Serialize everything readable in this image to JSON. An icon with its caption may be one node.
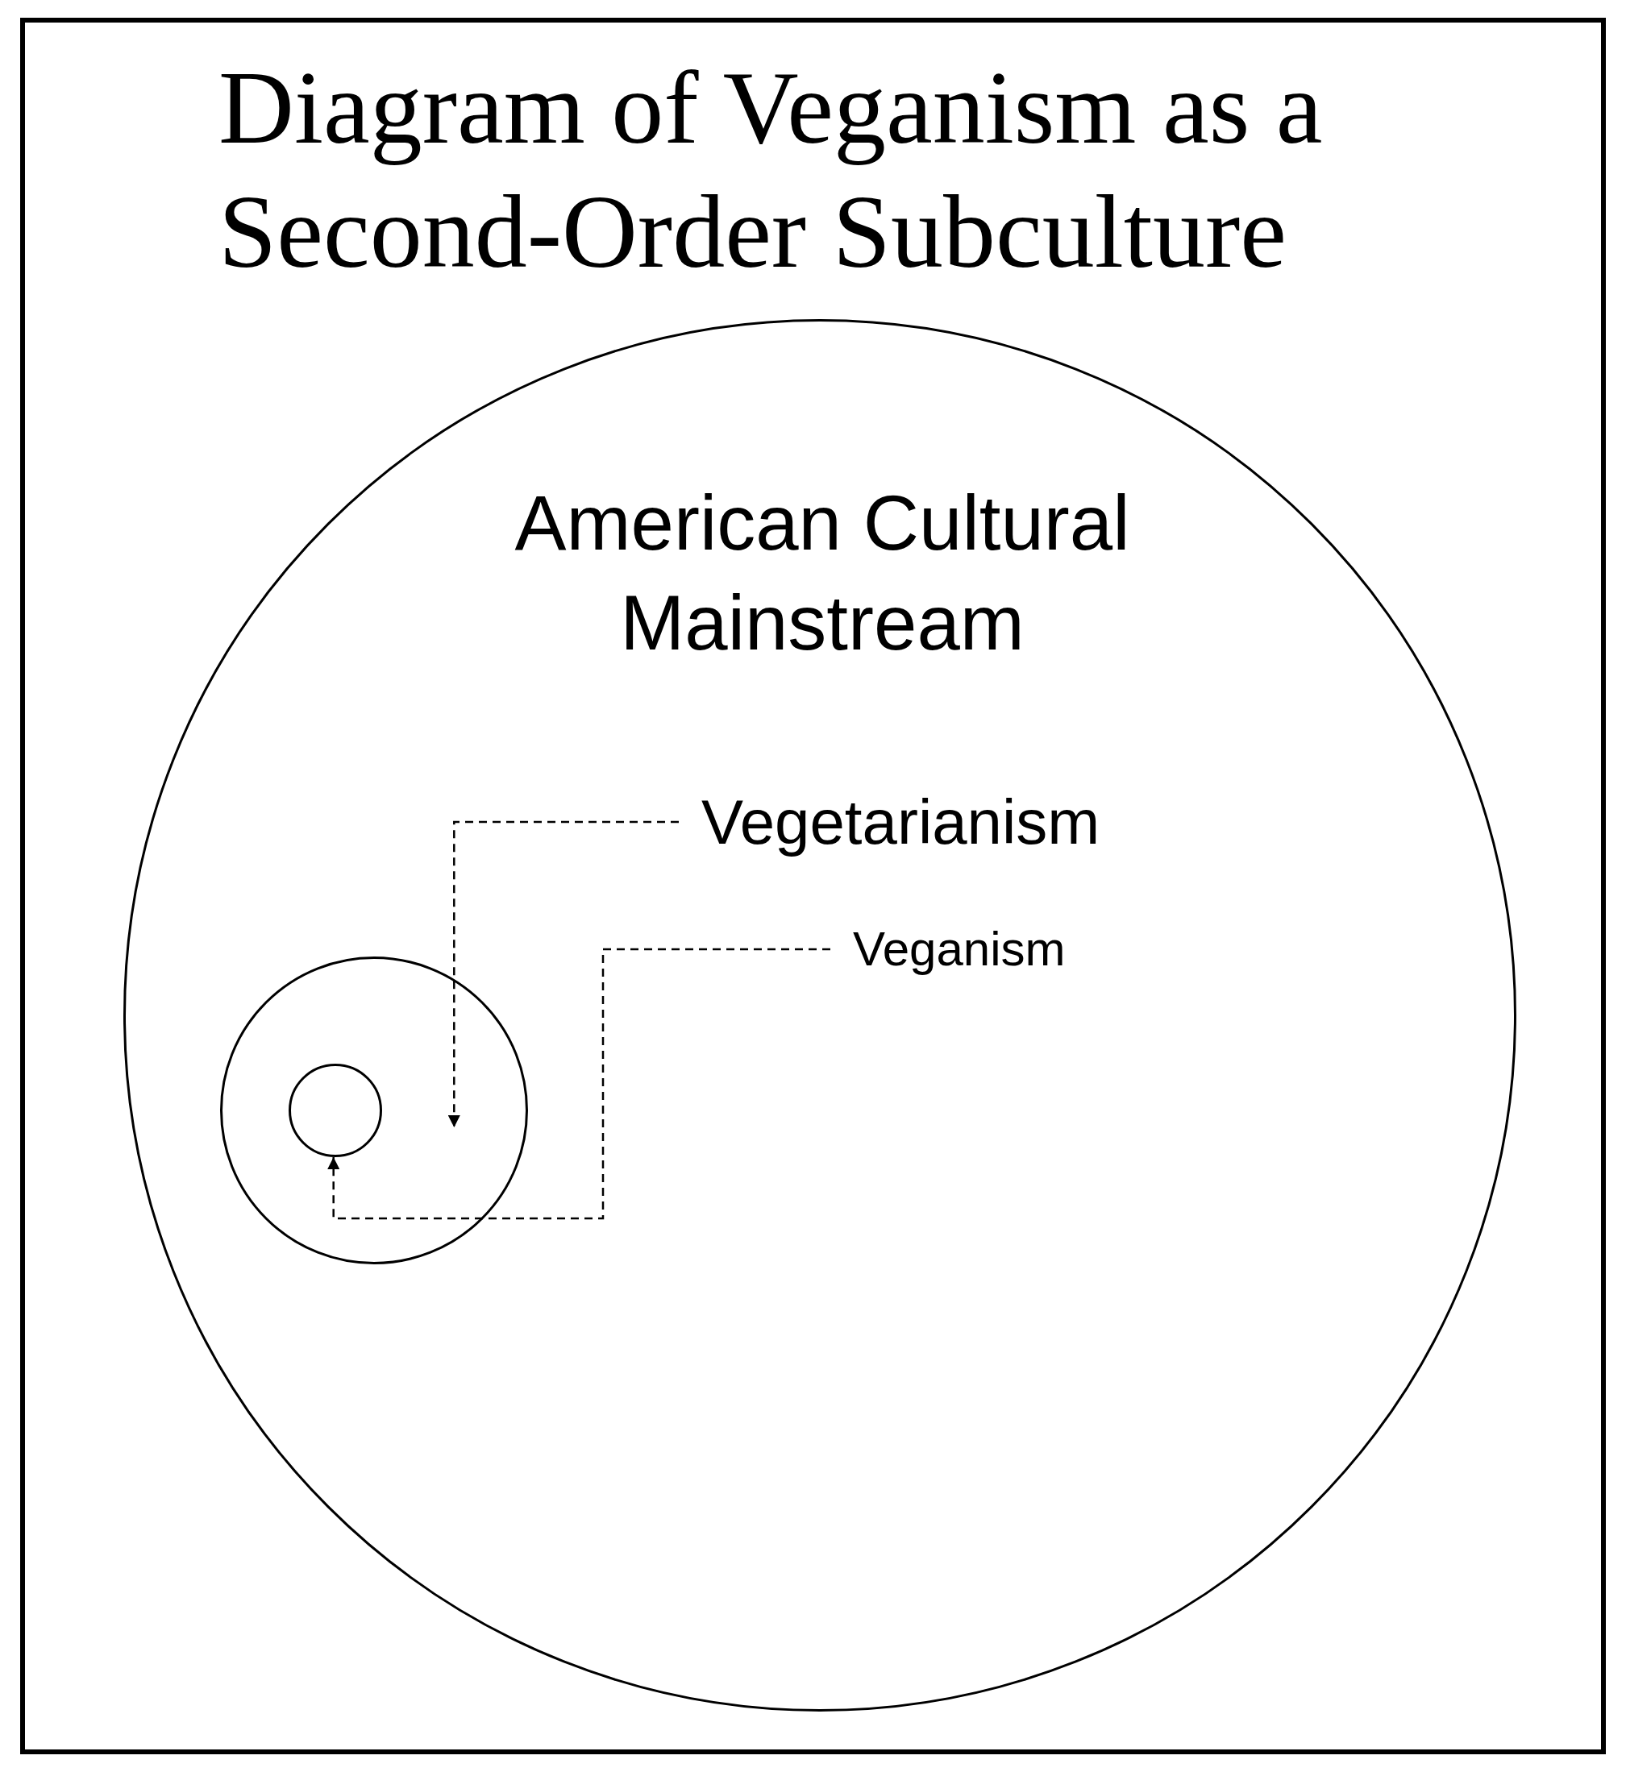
{
  "diagram": {
    "title": "Diagram of Veganism as a Second-Order Subculture",
    "nodes": [
      {
        "text": [
          "American Cultural Mainstream"
        ]
      },
      {
        "text": [],
        "shape": "circle",
        "in": 0
      },
      {
        "text": [],
        "shape": "circle",
        "in": 1
      },
      {
        "text": [
          "Vegetarianism"
        ],
        "in": 0
      },
      {
        "text": [
          "Veganism"
        ],
        "in": 0
      }
    ],
    "edges": [
      {
        "from": 3,
        "to": 1,
        "arrow": "to",
        "style": "dashed"
      },
      {
        "from": 4,
        "to": 2,
        "arrow": "to",
        "style": "dashed"
      }
    ]
  }
}
